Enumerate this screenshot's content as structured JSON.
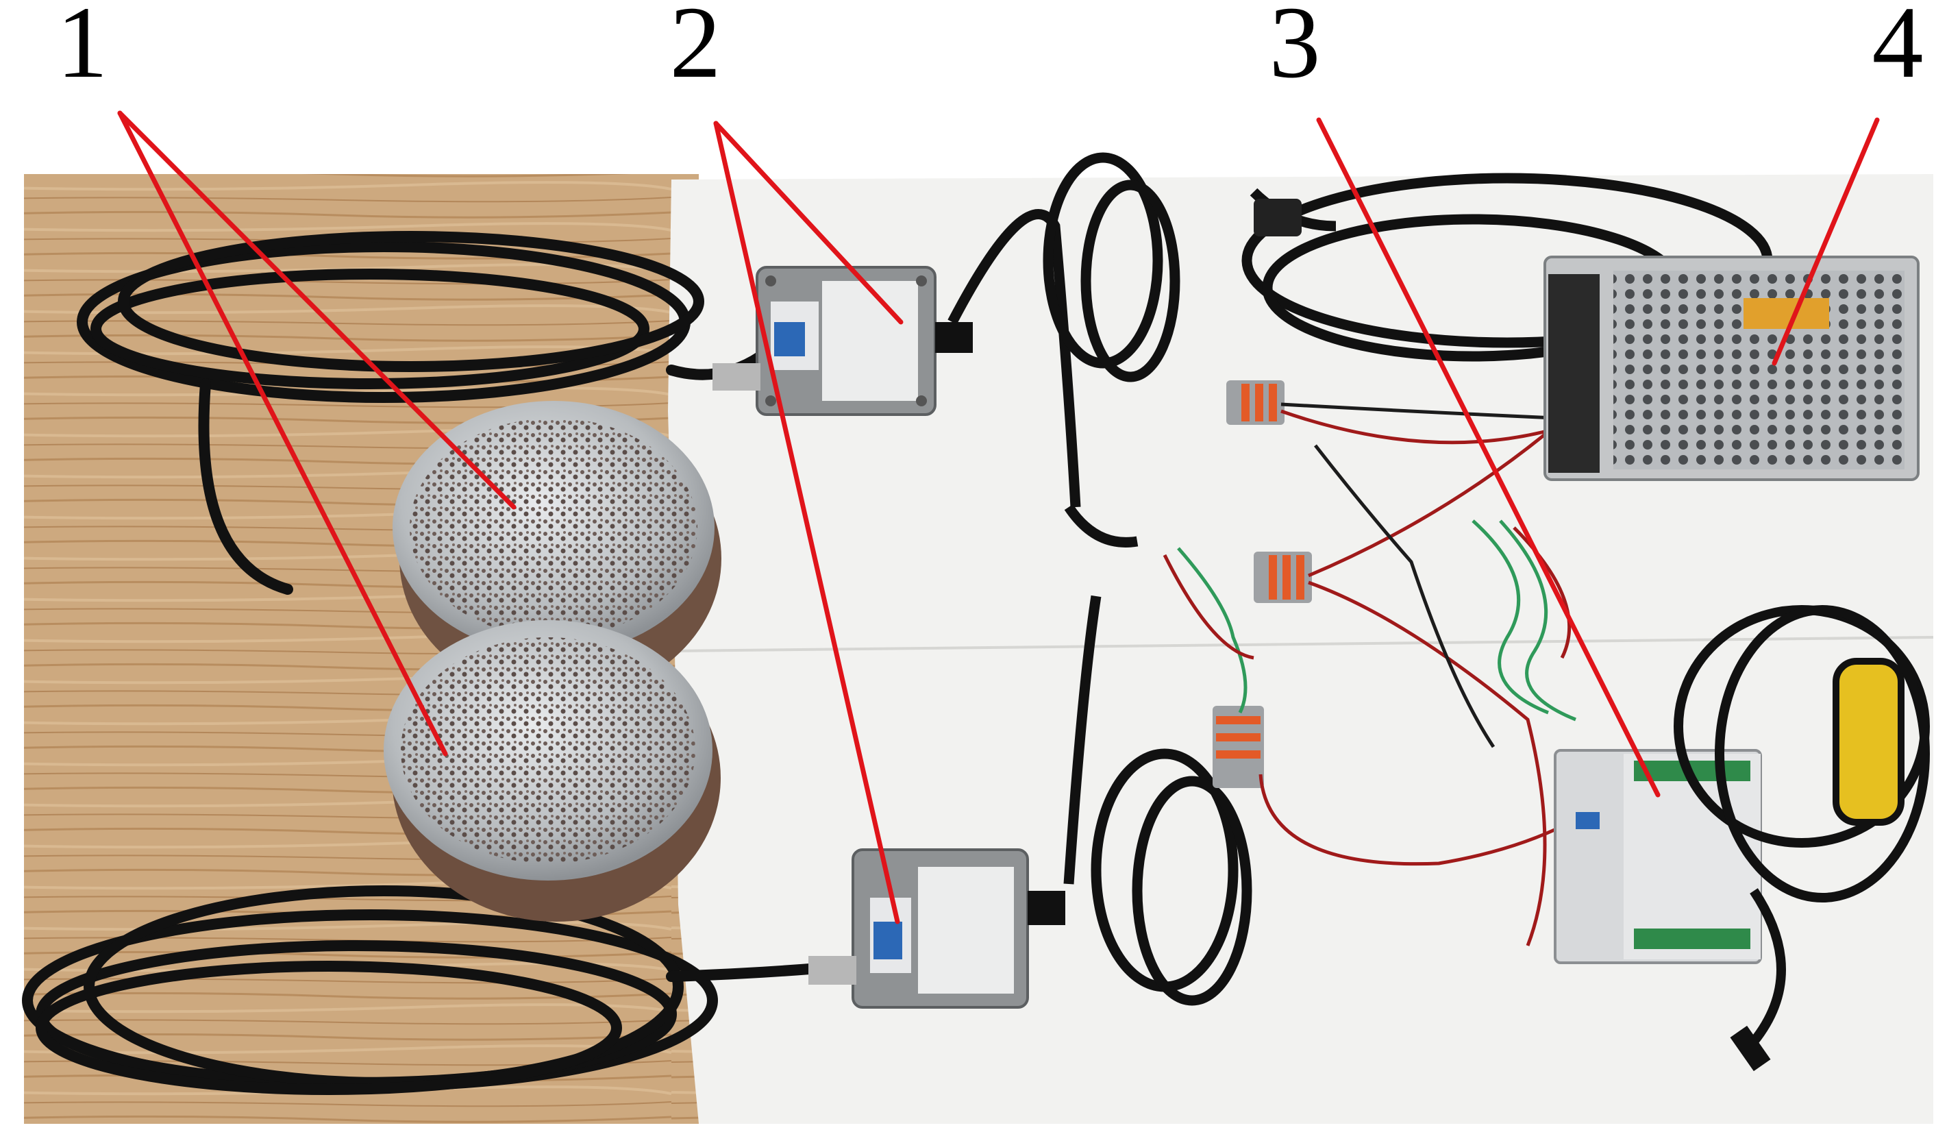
{
  "callouts": [
    {
      "label": "1"
    },
    {
      "label": "2"
    },
    {
      "label": "3"
    },
    {
      "label": "4"
    }
  ],
  "colors": {
    "wood": "#c9a57c",
    "foam_board": "#f1f1ef",
    "cable": "#111111",
    "leader_line": "#e0141a",
    "junction_box": "#8f9294",
    "power_supply": "#c4c6c8",
    "connector": "#e35a27",
    "usb_module": "#e6c020"
  }
}
